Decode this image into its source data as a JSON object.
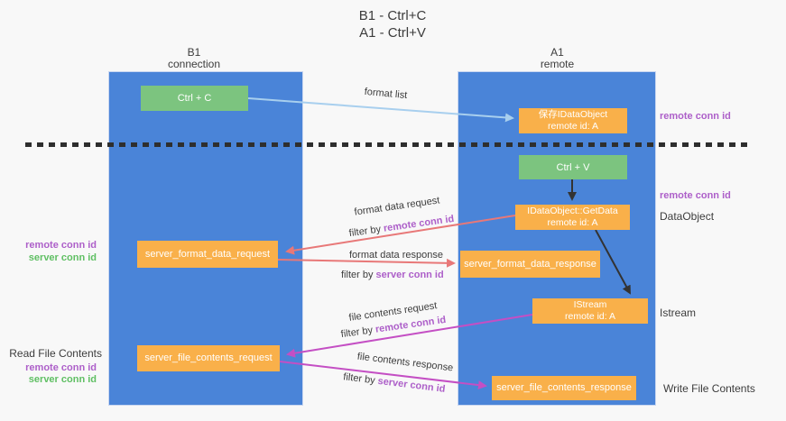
{
  "title": {
    "line1": "B1 - Ctrl+C",
    "line2": "A1 - Ctrl+V"
  },
  "columns": {
    "left": {
      "header_line1": "B1",
      "header_line2": "connection"
    },
    "right": {
      "header_line1": "A1",
      "header_line2": "remote"
    }
  },
  "boxes": {
    "ctrl_c": {
      "label": "Ctrl + C"
    },
    "save_idataobject": {
      "line1": "保存IDataObject",
      "line2": "remote id: A"
    },
    "ctrl_v": {
      "label": "Ctrl + V"
    },
    "getdata": {
      "line1": "IDataObject::GetData",
      "line2": "remote id: A"
    },
    "format_request": {
      "label": "server_format_data_request"
    },
    "format_response": {
      "label": "server_format_data_response"
    },
    "istream": {
      "line1": "IStream",
      "line2": "remote id: A"
    },
    "file_request": {
      "label": "server_file_contents_request"
    },
    "file_response": {
      "label": "server_file_contents_response"
    }
  },
  "arrow_labels": {
    "format_list": "format list",
    "format_data_request": "format data request",
    "filter_remote_1": {
      "prefix": "filter by ",
      "value": "remote conn id"
    },
    "format_data_response": "format data response",
    "filter_server_1": {
      "prefix": "filter by ",
      "value": "server conn id"
    },
    "file_contents_request": "file contents request",
    "filter_remote_2": {
      "prefix": "filter by ",
      "value": "remote conn id"
    },
    "file_contents_response": "file contents response",
    "filter_server_2": {
      "prefix": "filter by ",
      "value": "server conn id"
    }
  },
  "side_labels": {
    "left_remote_1": "remote conn id",
    "left_server_1": "server conn id",
    "read_file_contents": "Read File Contents",
    "left_remote_2": "remote conn id",
    "left_server_2": "server conn id",
    "right_remote_1": "remote conn id",
    "right_remote_2": "remote conn id",
    "dataobject": "DataObject",
    "istream": "Istream",
    "write_file_contents": "Write File Contents"
  },
  "colors": {
    "background": "#f8f8f8",
    "column_blue": "#4a84d8",
    "box_green": "#7cc47f",
    "box_orange": "#f9b04a",
    "arrow_red": "#e87878",
    "arrow_magenta": "#c44fc4",
    "arrow_lightblue": "#a8cfee",
    "arrow_black": "#333333",
    "text_purple": "#ad5fc9",
    "text_green": "#5fbf63",
    "dashed_line": "#2e2e2e"
  }
}
